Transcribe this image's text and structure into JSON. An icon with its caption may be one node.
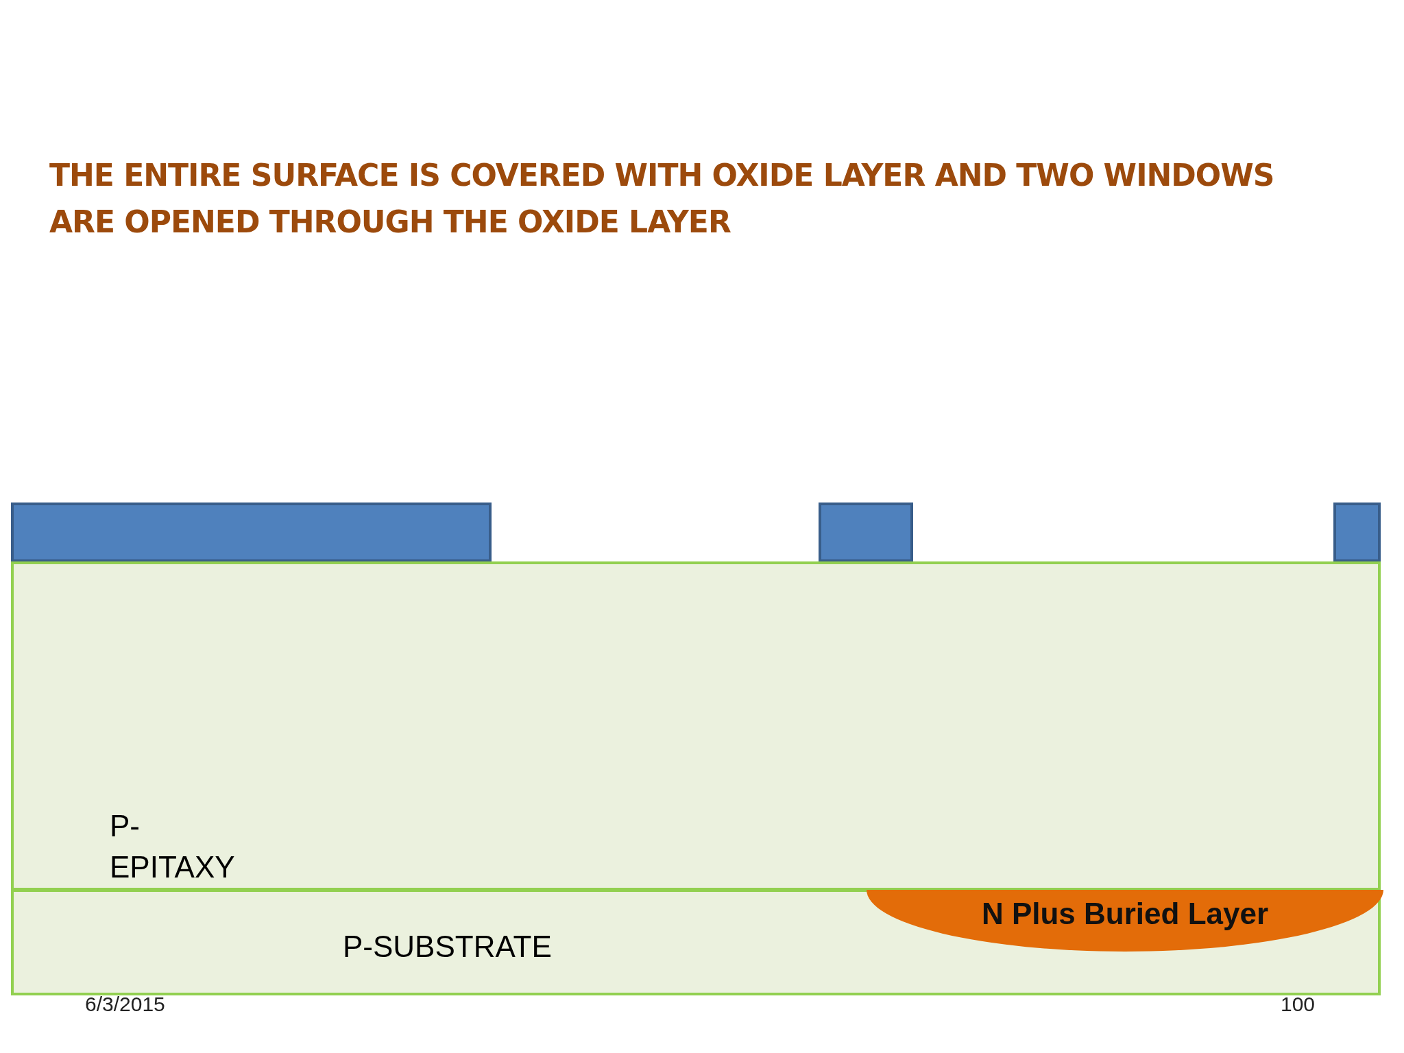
{
  "diagram": {
    "title": "THE ENTIRE SURFACE IS COVERED WITH OXIDE LAYER AND TWO WINDOWS ARE OPENED THROUGH THE OXIDE LAYER",
    "nodes": [
      {
        "text": [],
        "shape": "box"
      },
      {
        "text": [],
        "shape": "box"
      },
      {
        "text": [],
        "shape": "box"
      },
      {
        "text": [
          "P- EPITAXY"
        ]
      },
      {
        "text": [
          "P-SUBSTRATE"
        ]
      },
      {
        "text": [
          "N Plus Buried Layer"
        ],
        "in": 4
      }
    ],
    "edges": [],
    "labels": [
      "6/3/2015",
      "100"
    ]
  }
}
